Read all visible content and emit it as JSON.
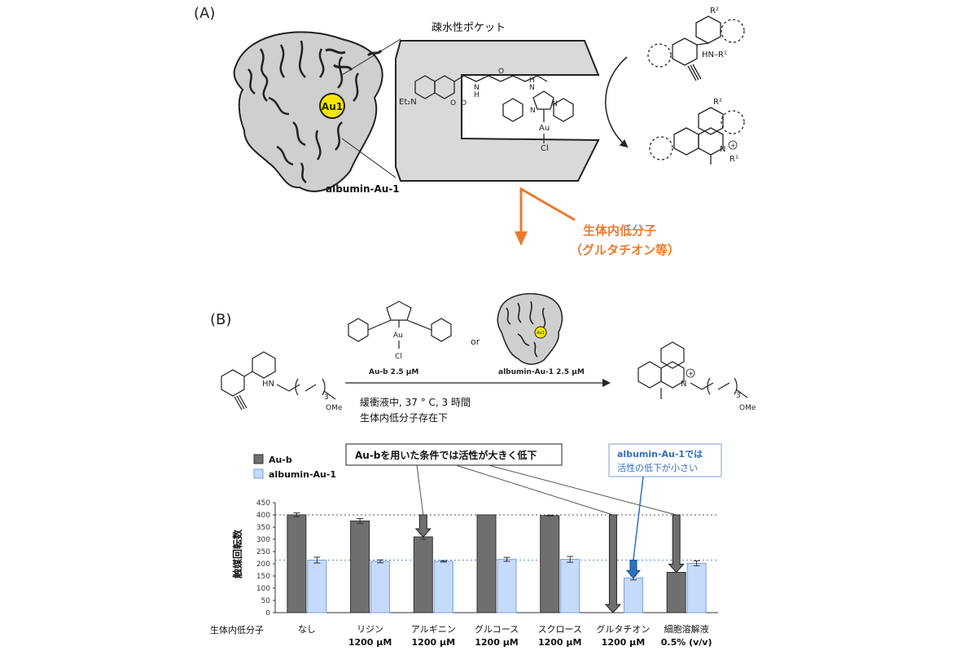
{
  "panel_a": {
    "label": "(A)",
    "pocket_label": "疎水性ポケット",
    "au_label": "Au1",
    "protein_name": "albumin-Au-1",
    "molecule": {
      "et2n": "Et₂N",
      "o_left": "O",
      "o_right": "O",
      "nh_left": "N",
      "h_left": "H",
      "o_mid": "O",
      "n_mid": "N",
      "h_mid": "H",
      "n1": "N",
      "n2": "N",
      "au": "Au",
      "cl": "Cl"
    },
    "reactant": {
      "r2": "R²",
      "hn": "HN–R¹"
    },
    "product": {
      "r2": "R²",
      "n": "N",
      "plus": "+",
      "r1": "R¹"
    },
    "interference_line1": "生体内低分子",
    "interference_line2": "（グルタチオン等）"
  },
  "panel_b": {
    "label": "(B)",
    "or_text": "or",
    "catalyst1_au": "Au",
    "catalyst1_cl": "Cl",
    "catalyst1_label": "Au-b   2.5 μM",
    "catalyst2_au": "Au1",
    "catalyst2_label": "albumin-Au-1    2.5 μM",
    "substrate_hn": "HN",
    "substrate_sub3": "3",
    "substrate_ome": "OMe",
    "product_n": "N",
    "product_plus": "+",
    "product_sub3": "3",
    "product_ome": "OMe",
    "conditions_line1": "緩衝液中, 37 ° C, 3 時間",
    "conditions_line2": "生体内低分子存在下"
  },
  "legend": [
    {
      "name": "Au-b",
      "color": "#6f6f6f"
    },
    {
      "name": "albumin-Au-1",
      "color": "#c6dafc"
    }
  ],
  "callout_left": "Au-bを用いた条件では活性が大きく低下",
  "callout_right_line1": "albumin-Au-1では",
  "callout_right_line2": "活性の低下が小さい",
  "colors": {
    "accent_orange": "#ea7b2e",
    "accent_blue": "#2e6fbf",
    "au_yellow": "#f5e800"
  },
  "chart_data": {
    "type": "bar",
    "ylabel": "触媒回転数",
    "xlabel": "生体内低分子",
    "ylim": [
      0,
      450
    ],
    "yticks": [
      0,
      50,
      100,
      150,
      200,
      250,
      300,
      350,
      400,
      450
    ],
    "categories": [
      {
        "name": "なし",
        "conc": ""
      },
      {
        "name": "リジン",
        "conc": "1200 μM"
      },
      {
        "name": "アルギニン",
        "conc": "1200 μM"
      },
      {
        "name": "グルコース",
        "conc": "1200 μM"
      },
      {
        "name": "スクロース",
        "conc": "1200 μM"
      },
      {
        "name": "グルタチオン",
        "conc": "1200 μM"
      },
      {
        "name": "細胞溶解液",
        "conc": "0.5% (v/v)"
      }
    ],
    "series": [
      {
        "name": "Au-b",
        "values": [
          400,
          375,
          310,
          400,
          397,
          0,
          165
        ],
        "errors": [
          8,
          10,
          10,
          0,
          2,
          0,
          0
        ]
      },
      {
        "name": "albumin-Au-1",
        "values": [
          215,
          210,
          210,
          218,
          218,
          142,
          202
        ],
        "errors": [
          12,
          6,
          3,
          8,
          12,
          8,
          10
        ]
      }
    ],
    "reference_lines": [
      400,
      215
    ]
  }
}
